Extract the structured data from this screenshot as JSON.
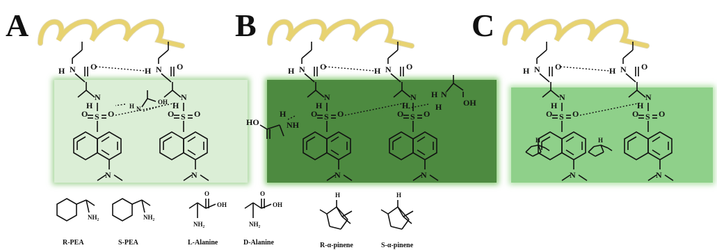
{
  "panels": [
    {
      "letter": "A",
      "background": "#dbeed6",
      "glow": "#a6d69a",
      "analyte": "alanine"
    },
    {
      "letter": "B",
      "background": "#4d8a40",
      "glow": "#8ccc7a",
      "analyte": "alanine"
    },
    {
      "letter": "C",
      "background": "#8fd08a",
      "glow": "#b4e2ab",
      "analyte": "pinene"
    }
  ],
  "atoms": {
    "H": "H",
    "N": "N",
    "O": "O",
    "S": "S",
    "HO": "HO",
    "OH": "OH",
    "NH": "NH",
    "NH2": "NH₂"
  },
  "molecules": [
    {
      "name": "R-PEA",
      "kind": "pea"
    },
    {
      "name": "S-PEA",
      "kind": "pea"
    },
    {
      "name": "L-Alanine",
      "kind": "alanine"
    },
    {
      "name": "D-Alanine",
      "kind": "alanine"
    },
    {
      "name": "R-α-pinene",
      "kind": "pinene"
    },
    {
      "name": "S-α-pinene",
      "kind": "pinene"
    }
  ],
  "colors": {
    "helix": "#e8d370",
    "ink": "#111111"
  }
}
